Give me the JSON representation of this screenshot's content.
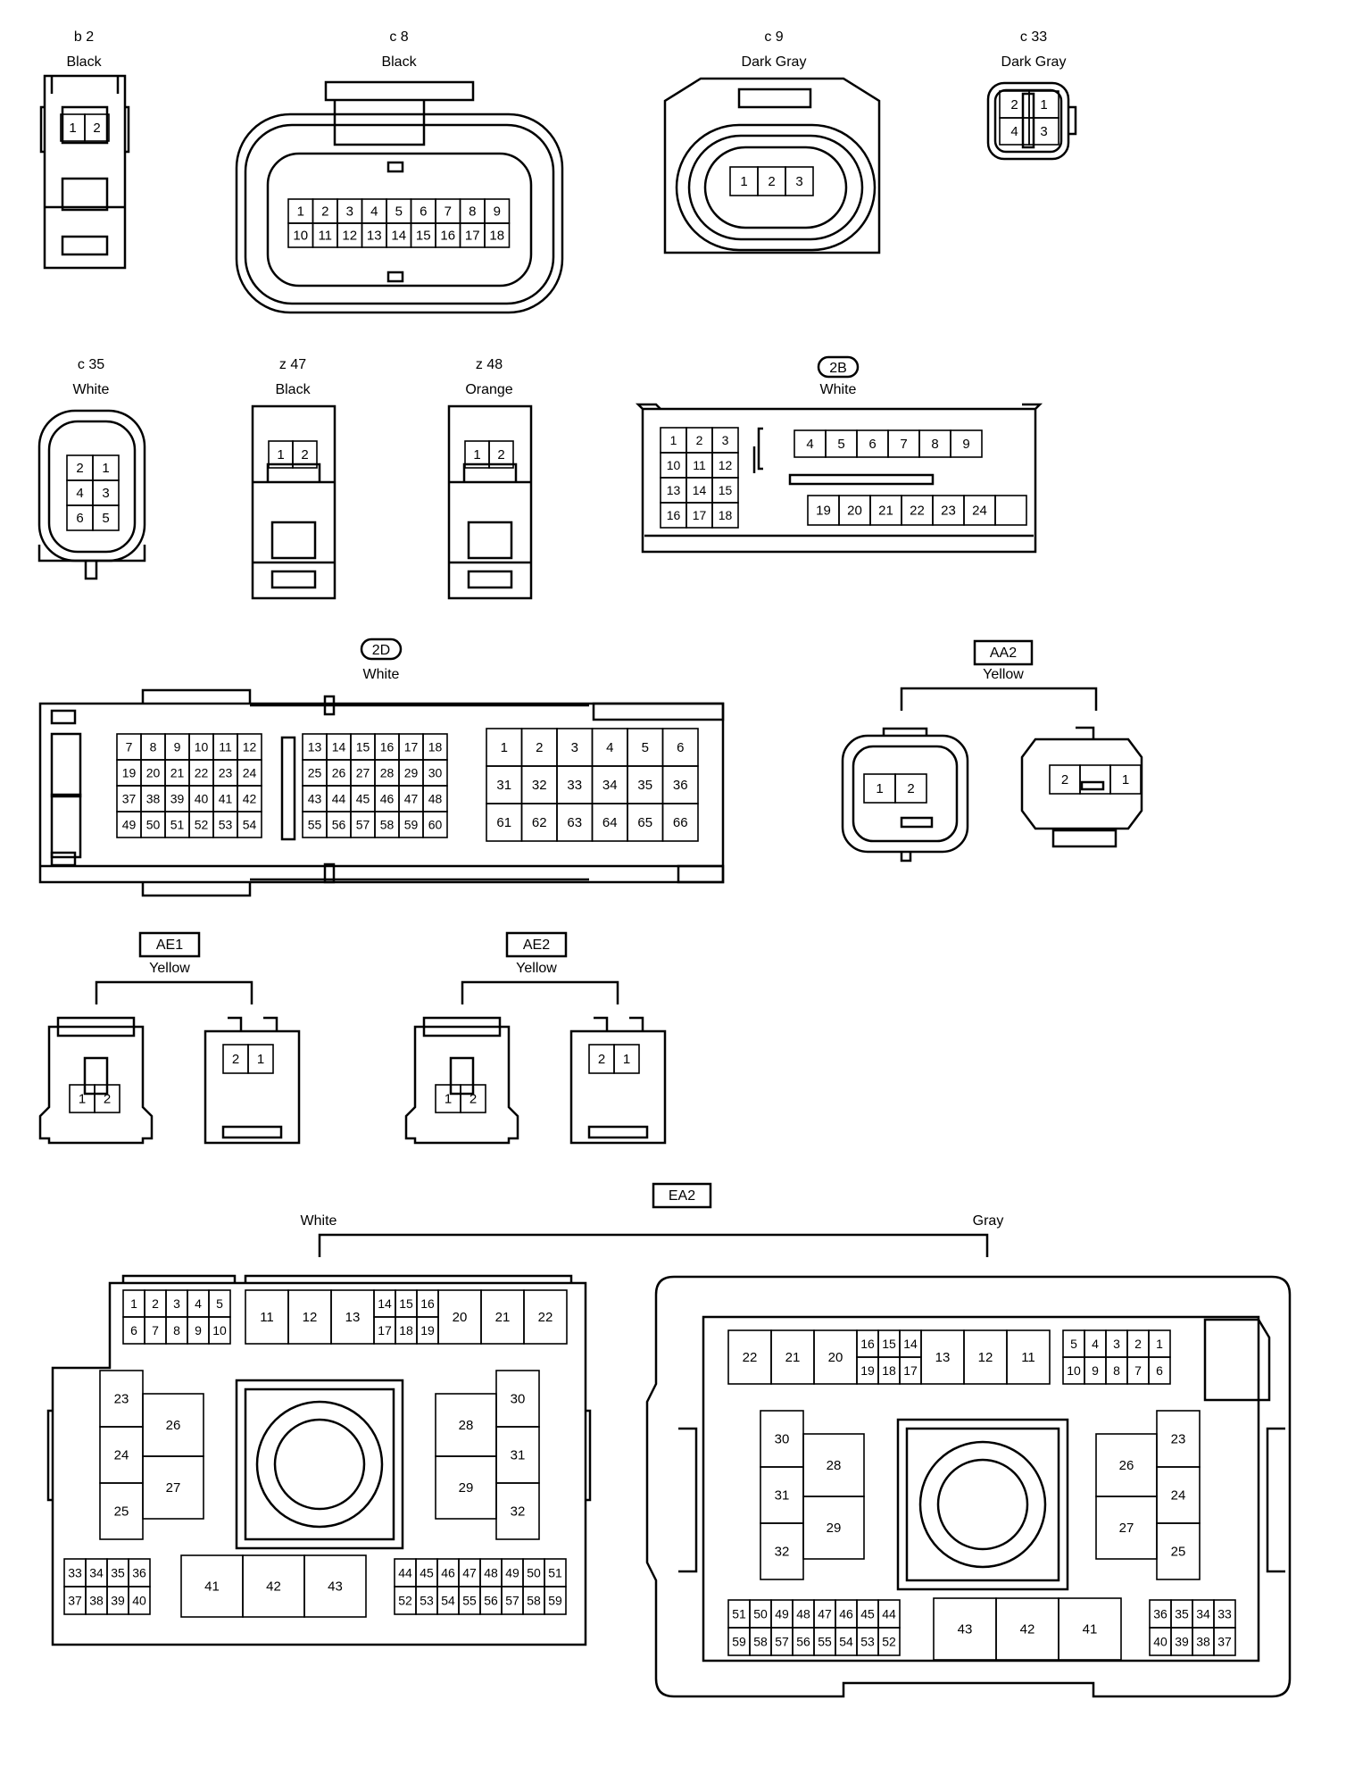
{
  "connectors": [
    {
      "key": "b2",
      "id": "b 2",
      "color": "Black"
    },
    {
      "key": "c8",
      "id": "c 8",
      "color": "Black"
    },
    {
      "key": "c9",
      "id": "c 9",
      "color": "Dark Gray"
    },
    {
      "key": "c33",
      "id": "c 33",
      "color": "Dark Gray"
    },
    {
      "key": "c35",
      "id": "c 35",
      "color": "White"
    },
    {
      "key": "z47",
      "id": "z 47",
      "color": "Black"
    },
    {
      "key": "z48",
      "id": "z 48",
      "color": "Orange"
    },
    {
      "key": "2B",
      "id": "2B",
      "color": "White"
    },
    {
      "key": "2D",
      "id": "2D",
      "color": "White"
    },
    {
      "key": "AA2",
      "id": "AA2",
      "color": "Yellow"
    },
    {
      "key": "AE1",
      "id": "AE1",
      "color": "Yellow"
    },
    {
      "key": "AE2",
      "id": "AE2",
      "color": "Yellow"
    },
    {
      "key": "EA2",
      "id": "EA2",
      "color_left": "White",
      "color_right": "Gray"
    }
  ],
  "style": {
    "line": "#000000",
    "background": "#ffffff"
  }
}
